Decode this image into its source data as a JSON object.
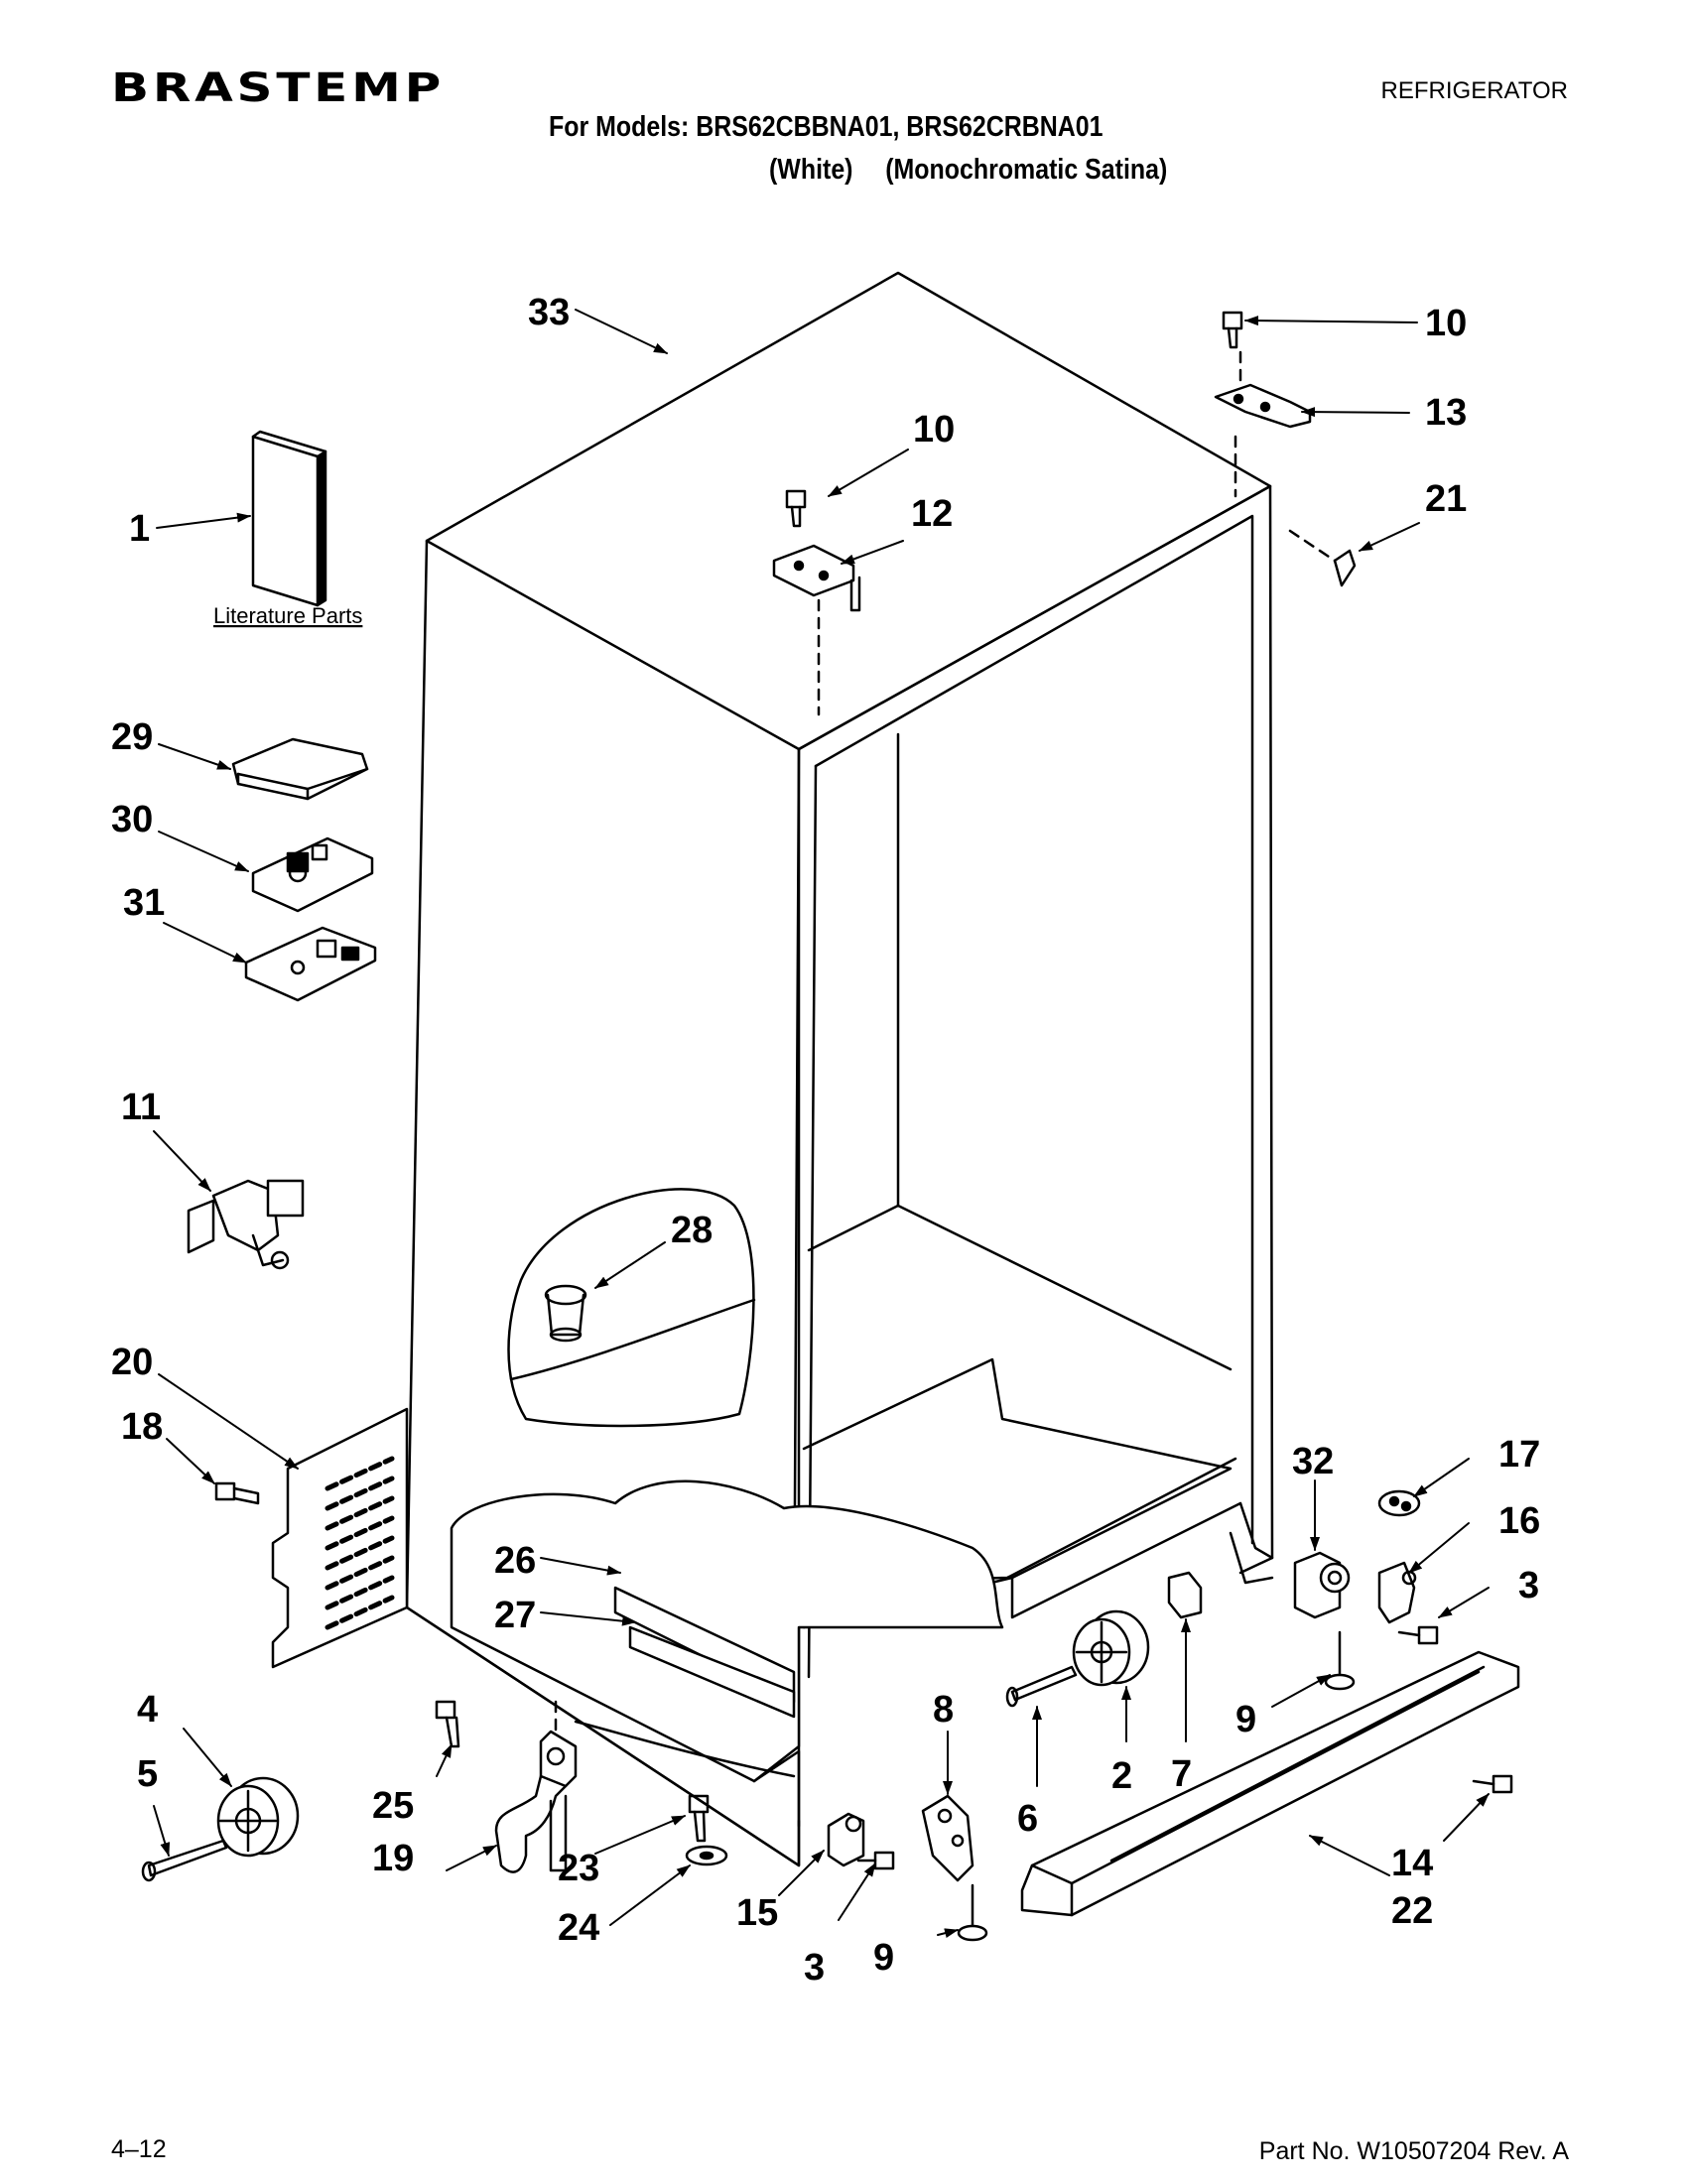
{
  "header": {
    "brand": "BRASTEMP",
    "doc_type": "REFRIGERATOR",
    "models_line": "For Models: BRS62CBBNA01, BRS62CRBNA01",
    "color_white": "(White)",
    "color_satina": "(Monochromatic Satina)"
  },
  "diagram": {
    "literature_label": "Literature Parts",
    "callouts": {
      "c1": "1",
      "c2": "2",
      "c3a": "3",
      "c3b": "3",
      "c4": "4",
      "c5": "5",
      "c6": "6",
      "c7": "7",
      "c8": "8",
      "c9a": "9",
      "c9b": "9",
      "c10a": "10",
      "c10b": "10",
      "c11": "11",
      "c12": "12",
      "c13": "13",
      "c14": "14",
      "c15": "15",
      "c16": "16",
      "c17": "17",
      "c18": "18",
      "c19": "19",
      "c20": "20",
      "c21": "21",
      "c22": "22",
      "c23": "23",
      "c24": "24",
      "c25": "25",
      "c26": "26",
      "c27": "27",
      "c28": "28",
      "c29": "29",
      "c30": "30",
      "c31": "31",
      "c32": "32",
      "c33": "33"
    }
  },
  "footer": {
    "page": "4–12",
    "part_no": "Part No. W10507204 Rev. A"
  }
}
